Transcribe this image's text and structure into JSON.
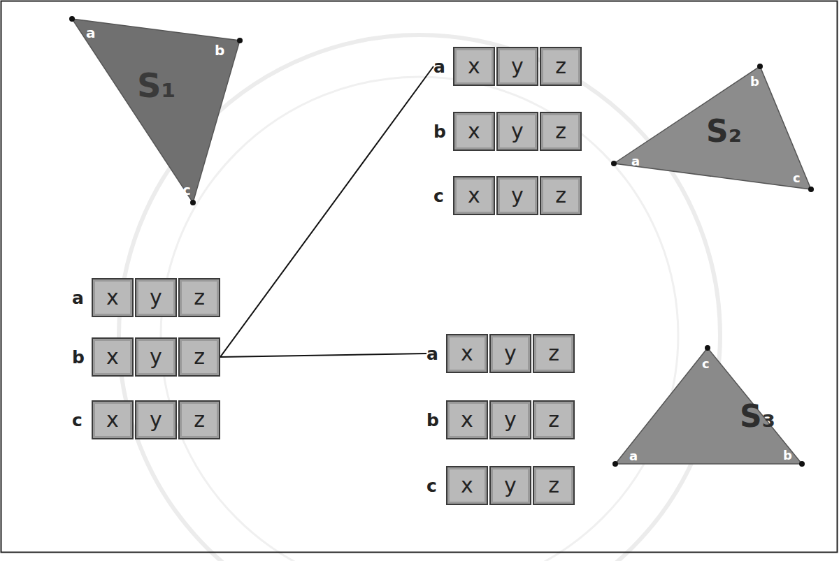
{
  "diagram": {
    "nodes": [
      {
        "text": [
          "S₁",
          "a",
          "b",
          "c"
        ]
      },
      {
        "text": [
          "a"
        ]
      },
      {
        "text": [
          "x"
        ],
        "in": 1
      },
      {
        "text": [
          "y"
        ],
        "in": 1
      },
      {
        "text": [
          "z"
        ],
        "in": 1
      },
      {
        "text": [
          "b"
        ]
      },
      {
        "text": [
          "x"
        ],
        "in": 5
      },
      {
        "text": [
          "y"
        ],
        "in": 5
      },
      {
        "text": [
          "z"
        ],
        "in": 5
      },
      {
        "text": [
          "c"
        ]
      },
      {
        "text": [
          "x"
        ],
        "in": 9
      },
      {
        "text": [
          "y"
        ],
        "in": 9
      },
      {
        "text": [
          "z"
        ],
        "in": 9
      },
      {
        "text": [
          "S₂",
          "a",
          "b",
          "c"
        ]
      },
      {
        "text": [
          "a"
        ]
      },
      {
        "text": [
          "x"
        ],
        "in": 14
      },
      {
        "text": [
          "y"
        ],
        "in": 14
      },
      {
        "text": [
          "z"
        ],
        "in": 14
      },
      {
        "text": [
          "b"
        ]
      },
      {
        "text": [
          "x"
        ],
        "in": 18
      },
      {
        "text": [
          "y"
        ],
        "in": 18
      },
      {
        "text": [
          "z"
        ],
        "in": 18
      },
      {
        "text": [
          "c"
        ]
      },
      {
        "text": [
          "x"
        ],
        "in": 22
      },
      {
        "text": [
          "y"
        ],
        "in": 22
      },
      {
        "text": [
          "z"
        ],
        "in": 22
      },
      {
        "text": [
          "a"
        ]
      },
      {
        "text": [
          "x"
        ],
        "in": 26
      },
      {
        "text": [
          "y"
        ],
        "in": 26
      },
      {
        "text": [
          "z"
        ],
        "in": 26
      },
      {
        "text": [
          "b"
        ]
      },
      {
        "text": [
          "x"
        ],
        "in": 30
      },
      {
        "text": [
          "y"
        ],
        "in": 30
      },
      {
        "text": [
          "z"
        ],
        "in": 30
      },
      {
        "text": [
          "c"
        ]
      },
      {
        "text": [
          "x"
        ],
        "in": 34
      },
      {
        "text": [
          "y"
        ],
        "in": 34
      },
      {
        "text": [
          "z"
        ],
        "in": 34
      },
      {
        "text": [
          "S₃",
          "a",
          "b",
          "c"
        ]
      }
    ],
    "edges": [
      {
        "from": 18,
        "to": 1,
        "arrow": "none"
      },
      {
        "from": 18,
        "to": 26,
        "arrow": "none"
      }
    ]
  }
}
